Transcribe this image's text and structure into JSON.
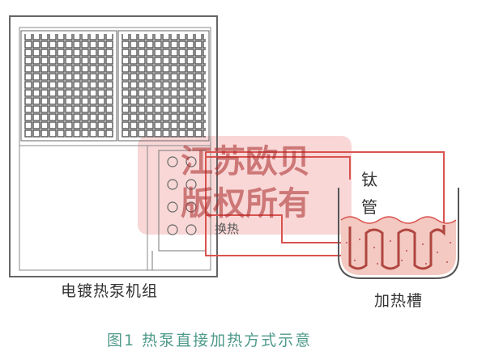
{
  "diagram": {
    "unit_label": "电镀热泵机组",
    "tank_label": "加热槽",
    "tube_label": [
      "钛",
      "管"
    ],
    "exchanger_label": "换热",
    "caption": "图1   热泵直接加热方式示意",
    "watermark": [
      "江苏欧贝",
      "版权所有"
    ]
  },
  "colors": {
    "pipe": "#d9534f",
    "outline": "#666666",
    "fan_grid": "#555555",
    "water_fill": "#f3c9c1",
    "watermark_band": "#f5c6c6",
    "caption": "#4f9a8a"
  }
}
